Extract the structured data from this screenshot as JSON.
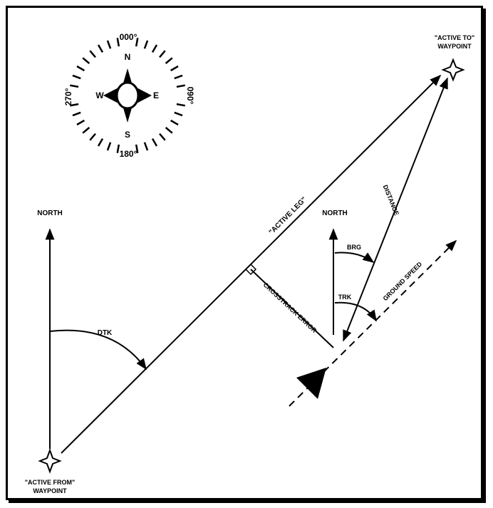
{
  "labels": {
    "active_to_line1": "\"ACTIVE TO\"",
    "active_to_line2": "WAYPOINT",
    "active_from_line1": "\"ACTIVE FROM\"",
    "active_from_line2": "WAYPOINT",
    "north_left": "NORTH",
    "north_right": "NORTH",
    "dtk": "DTK",
    "active_leg": "\"ACTIVE LEG\"",
    "crosstrack_error": "CROSSTRACK ERROR",
    "distance": "DISTANCE",
    "brg": "BRG",
    "trk": "TRK",
    "ground_speed": "GROUND SPEED"
  },
  "compass": {
    "deg_000": "000°",
    "deg_090": "090°",
    "deg_180": "180°",
    "deg_270": "270°",
    "n": "N",
    "e": "E",
    "s": "S",
    "w": "W"
  },
  "colors": {
    "ink": "#000000",
    "background": "#ffffff"
  }
}
